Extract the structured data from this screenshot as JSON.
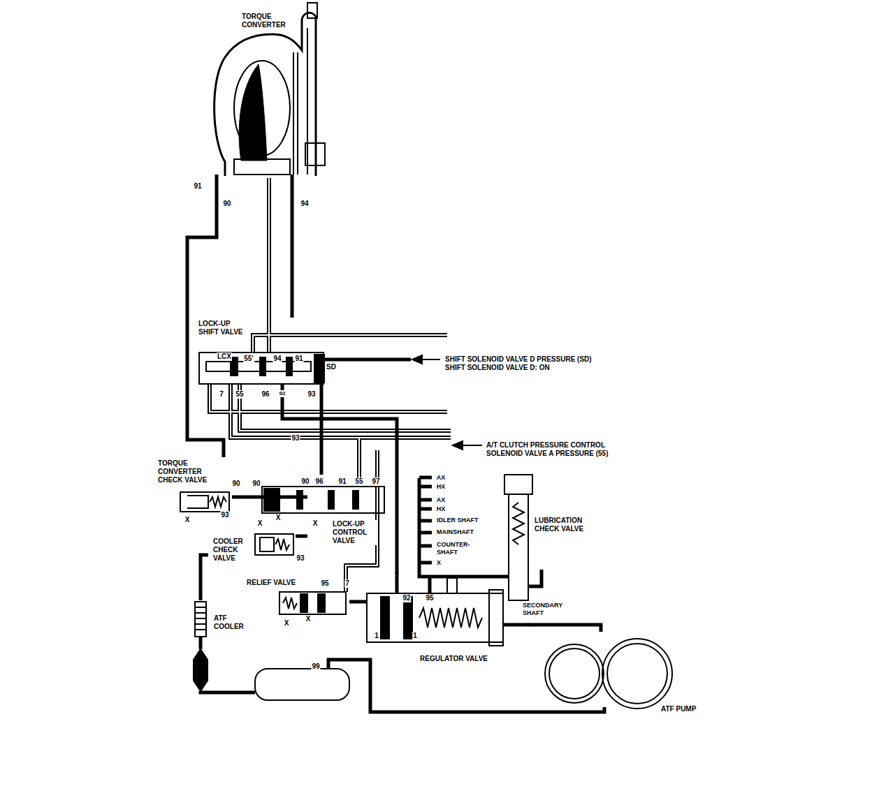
{
  "diagram": {
    "nodes": [
      {
        "text": [
          "TORQUE CONVERTER"
        ]
      },
      {
        "text": [
          "LOCK-UP SHIFT VALVE"
        ]
      },
      {
        "text": [
          "TORQUE CONVERTER CHECK VALVE"
        ]
      },
      {
        "text": [
          "LOCK-UP CONTROL VALVE"
        ]
      },
      {
        "text": [
          "COOLER CHECK VALVE"
        ]
      },
      {
        "text": [
          "LUBRICATION CHECK VALVE"
        ]
      },
      {
        "text": [
          "RELIEF VALVE"
        ]
      },
      {
        "text": [
          "REGULATOR VALVE"
        ]
      },
      {
        "text": [
          "ATF COOLER"
        ]
      },
      {
        "text": [
          "ATF PUMP"
        ]
      }
    ],
    "edges": [
      {
        "from": 0,
        "to": 1,
        "arrow": "none"
      },
      {
        "from": 0,
        "to": 2,
        "arrow": "none"
      },
      {
        "from": 1,
        "to": 3,
        "arrow": "none"
      },
      {
        "from": 3,
        "to": 2,
        "arrow": "none"
      },
      {
        "from": 3,
        "to": 4,
        "arrow": "none"
      },
      {
        "from": 4,
        "to": 8,
        "arrow": "none"
      },
      {
        "from": 9,
        "to": 7,
        "arrow": "none"
      },
      {
        "from": 7,
        "to": 6,
        "arrow": "none"
      },
      {
        "from": 7,
        "to": 5,
        "arrow": "none"
      },
      {
        "from": 1,
        "to": 7,
        "arrow": "none"
      }
    ],
    "labels": [
      "91",
      "90",
      "94",
      "LCX",
      "55'",
      "94",
      "91",
      "SD",
      "7",
      "55",
      "96",
      "92",
      "93",
      "SHIFT SOLENOID VALVE D PRESSURE (SD)",
      "SHIFT SOLENOID VALVE D: ON",
      "93",
      "A/T CLUTCH PRESSURE CONTROL SOLENOID VALVE A PRESSURE (55)",
      "90",
      "90",
      "90",
      "96",
      "91",
      "55",
      "97",
      "X",
      "93",
      "X",
      "X",
      "X",
      "AX",
      "HX",
      "AX",
      "HX",
      "IDLER SHAFT",
      "MAINSHAFT",
      "COUNTER- SHAFT",
      "X",
      "93",
      "95",
      "7",
      "X",
      "X",
      "92",
      "95",
      "SECONDARY SHAFT",
      "1",
      "1",
      "99"
    ]
  }
}
